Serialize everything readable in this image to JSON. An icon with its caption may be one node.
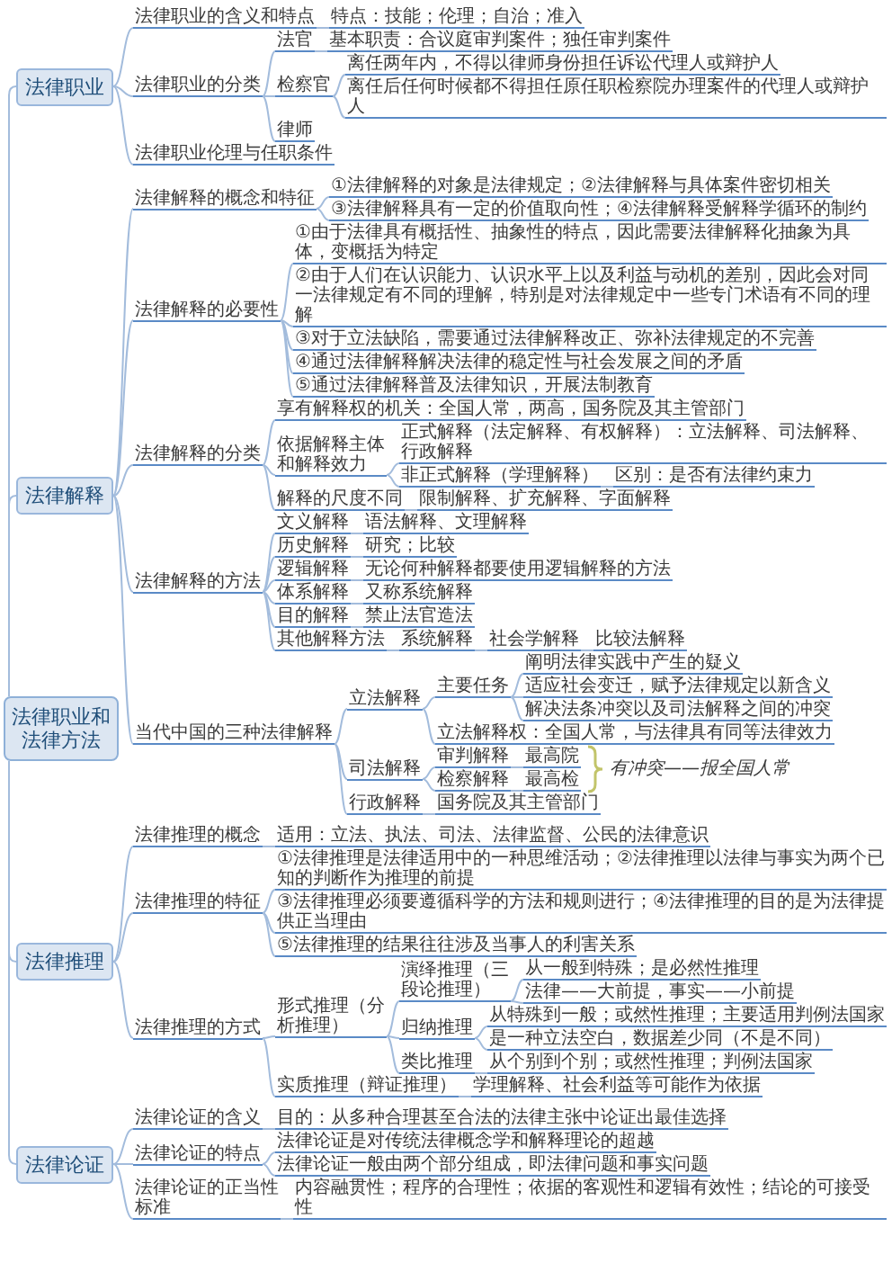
{
  "diagram": {
    "nodes": [
      {
        "text": [
          "法律职业和法律方法"
        ]
      },
      {
        "text": [
          "法律职业"
        ]
      },
      {
        "text": [
          "法律职业的含义和特点"
        ]
      },
      {
        "text": [
          "特点：技能；伦理；自治；准入"
        ]
      },
      {
        "text": [
          "法律职业的分类"
        ]
      },
      {
        "text": [
          "法官"
        ]
      },
      {
        "text": [
          "基本职责：合议庭审判案件；独任审判案件"
        ]
      },
      {
        "text": [
          "检察官"
        ]
      },
      {
        "text": [
          "离任两年内，不得以律师身份担任诉讼代理人或辩护人"
        ]
      },
      {
        "text": [
          "离任后任何时候都不得担任原任职检察院办理案件的代理人或辩护人"
        ]
      },
      {
        "text": [
          "律师"
        ]
      },
      {
        "text": [
          "法律职业伦理与任职条件"
        ]
      },
      {
        "text": [
          "法律解释"
        ]
      },
      {
        "text": [
          "法律解释的概念和特征"
        ]
      },
      {
        "text": [
          "①法律解释的对象是法律规定；②法律解释与具体案件密切相关"
        ]
      },
      {
        "text": [
          "③法律解释具有一定的价值取向性；④法律解释受解释学循环的制约"
        ]
      },
      {
        "text": [
          "法律解释的必要性"
        ]
      },
      {
        "text": [
          "①由于法律具有概括性、抽象性的特点，因此需要法律解释化抽象为具体，变概括为特定"
        ]
      },
      {
        "text": [
          "②由于人们在认识能力、认识水平上以及利益与动机的差别，因此会对同一法律规定有不同的理解，特别是对法律规定中一些专门术语有不同的理解"
        ]
      },
      {
        "text": [
          "③对于立法缺陷，需要通过法律解释改正、弥补法律规定的不完善"
        ]
      },
      {
        "text": [
          "④通过法律解释解决法律的稳定性与社会发展之间的矛盾"
        ]
      },
      {
        "text": [
          "⑤通过法律解释普及法律知识，开展法制教育"
        ]
      },
      {
        "text": [
          "法律解释的分类"
        ]
      },
      {
        "text": [
          "享有解释权的机关：全国人常，两高，国务院及其主管部门"
        ]
      },
      {
        "text": [
          "依据解释主体和解释效力"
        ]
      },
      {
        "text": [
          "正式解释（法定解释、有权解释）：立法解释、司法解释、行政解释"
        ]
      },
      {
        "text": [
          "非正式解释（学理解释）"
        ]
      },
      {
        "text": [
          "区别：是否有法律约束力"
        ]
      },
      {
        "text": [
          "解释的尺度不同"
        ]
      },
      {
        "text": [
          "限制解释、扩充解释、字面解释"
        ]
      },
      {
        "text": [
          "法律解释的方法"
        ]
      },
      {
        "text": [
          "文义解释"
        ]
      },
      {
        "text": [
          "语法解释、文理解释"
        ]
      },
      {
        "text": [
          "历史解释"
        ]
      },
      {
        "text": [
          "研究；比较"
        ]
      },
      {
        "text": [
          "逻辑解释"
        ]
      },
      {
        "text": [
          "无论何种解释都要使用逻辑解释的方法"
        ]
      },
      {
        "text": [
          "体系解释"
        ]
      },
      {
        "text": [
          "又称系统解释"
        ]
      },
      {
        "text": [
          "目的解释"
        ]
      },
      {
        "text": [
          "禁止法官造法"
        ]
      },
      {
        "text": [
          "其他解释方法"
        ]
      },
      {
        "text": [
          "系统解释"
        ]
      },
      {
        "text": [
          "社会学解释"
        ]
      },
      {
        "text": [
          "比较法解释"
        ]
      },
      {
        "text": [
          "当代中国的三种法律解释"
        ]
      },
      {
        "text": [
          "立法解释"
        ]
      },
      {
        "text": [
          "主要任务"
        ]
      },
      {
        "text": [
          "阐明法律实践中产生的疑义"
        ]
      },
      {
        "text": [
          "适应社会变迁，赋予法律规定以新含义"
        ]
      },
      {
        "text": [
          "解决法条冲突以及司法解释之间的冲突"
        ]
      },
      {
        "text": [
          "立法解释权：全国人常，与法律具有同等法律效力"
        ]
      },
      {
        "text": [
          "司法解释"
        ]
      },
      {
        "text": [
          "审判解释"
        ]
      },
      {
        "text": [
          "最高院"
        ]
      },
      {
        "text": [
          "检察解释"
        ]
      },
      {
        "text": [
          "最高检"
        ]
      },
      {
        "text": [
          "行政解释"
        ]
      },
      {
        "text": [
          "国务院及其主管部门"
        ]
      },
      {
        "text": [
          "法律推理"
        ]
      },
      {
        "text": [
          "法律推理的概念"
        ]
      },
      {
        "text": [
          "适用：立法、执法、司法、法律监督、公民的法律意识"
        ]
      },
      {
        "text": [
          "法律推理的特征"
        ]
      },
      {
        "text": [
          "①法律推理是法律适用中的一种思维活动；②法律推理以法律与事实为两个已知的判断作为推理的前提"
        ]
      },
      {
        "text": [
          "③法律推理必须要遵循科学的方法和规则进行；④法律推理的目的是为法律提供正当理由"
        ]
      },
      {
        "text": [
          "⑤法律推理的结果往往涉及当事人的利害关系"
        ]
      },
      {
        "text": [
          "法律推理的方式"
        ]
      },
      {
        "text": [
          "形式推理（分析推理）"
        ]
      },
      {
        "text": [
          "演绎推理（三段论推理）"
        ]
      },
      {
        "text": [
          "从一般到特殊；是必然性推理"
        ]
      },
      {
        "text": [
          "法律——大前提，事实——小前提"
        ]
      },
      {
        "text": [
          "归纳推理"
        ]
      },
      {
        "text": [
          "从特殊到一般；或然性推理；主要适用判例法国家"
        ]
      },
      {
        "text": [
          "是一种立法空白，数据差少同（不是不同）"
        ]
      },
      {
        "text": [
          "类比推理"
        ]
      },
      {
        "text": [
          "从个别到个别；或然性推理；判例法国家"
        ]
      },
      {
        "text": [
          "实质推理（辩证推理）"
        ]
      },
      {
        "text": [
          "学理解释、社会利益等可能作为依据"
        ]
      },
      {
        "text": [
          "法律论证"
        ]
      },
      {
        "text": [
          "法律论证的含义"
        ]
      },
      {
        "text": [
          "目的：从多种合理甚至合法的法律主张中论证出最佳选择"
        ]
      },
      {
        "text": [
          "法律论证的特点"
        ]
      },
      {
        "text": [
          "法律论证是对传统法律概念学和解释理论的超越"
        ]
      },
      {
        "text": [
          "法律论证一般由两个部分组成，即法律问题和事实问题"
        ]
      },
      {
        "text": [
          "法律论证的正当性标准"
        ]
      },
      {
        "text": [
          "内容融贯性；程序的合理性；依据的客观性和逻辑有效性；结论的可接受性"
        ]
      }
    ],
    "edges": [
      {
        "from": 0,
        "to": 1,
        "arrow": "none"
      },
      {
        "from": 1,
        "to": 2,
        "arrow": "none"
      },
      {
        "from": 2,
        "to": 3,
        "arrow": "none"
      },
      {
        "from": 1,
        "to": 4,
        "arrow": "none"
      },
      {
        "from": 4,
        "to": 5,
        "arrow": "none"
      },
      {
        "from": 5,
        "to": 6,
        "arrow": "none"
      },
      {
        "from": 4,
        "to": 7,
        "arrow": "none"
      },
      {
        "from": 7,
        "to": 8,
        "arrow": "none"
      },
      {
        "from": 7,
        "to": 9,
        "arrow": "none"
      },
      {
        "from": 4,
        "to": 10,
        "arrow": "none"
      },
      {
        "from": 1,
        "to": 11,
        "arrow": "none"
      },
      {
        "from": 0,
        "to": 12,
        "arrow": "none"
      },
      {
        "from": 12,
        "to": 13,
        "arrow": "none"
      },
      {
        "from": 13,
        "to": 14,
        "arrow": "none"
      },
      {
        "from": 13,
        "to": 15,
        "arrow": "none"
      },
      {
        "from": 12,
        "to": 16,
        "arrow": "none"
      },
      {
        "from": 16,
        "to": 17,
        "arrow": "none"
      },
      {
        "from": 16,
        "to": 18,
        "arrow": "none"
      },
      {
        "from": 16,
        "to": 19,
        "arrow": "none"
      },
      {
        "from": 16,
        "to": 20,
        "arrow": "none"
      },
      {
        "from": 16,
        "to": 21,
        "arrow": "none"
      },
      {
        "from": 12,
        "to": 22,
        "arrow": "none"
      },
      {
        "from": 22,
        "to": 23,
        "arrow": "none"
      },
      {
        "from": 22,
        "to": 24,
        "arrow": "none"
      },
      {
        "from": 24,
        "to": 25,
        "arrow": "none"
      },
      {
        "from": 24,
        "to": 26,
        "arrow": "none"
      },
      {
        "from": 26,
        "to": 27,
        "arrow": "none"
      },
      {
        "from": 22,
        "to": 28,
        "arrow": "none"
      },
      {
        "from": 28,
        "to": 29,
        "arrow": "none"
      },
      {
        "from": 12,
        "to": 30,
        "arrow": "none"
      },
      {
        "from": 30,
        "to": 31,
        "arrow": "none"
      },
      {
        "from": 31,
        "to": 32,
        "arrow": "none"
      },
      {
        "from": 30,
        "to": 33,
        "arrow": "none"
      },
      {
        "from": 33,
        "to": 34,
        "arrow": "none"
      },
      {
        "from": 30,
        "to": 35,
        "arrow": "none"
      },
      {
        "from": 35,
        "to": 36,
        "arrow": "none"
      },
      {
        "from": 30,
        "to": 37,
        "arrow": "none"
      },
      {
        "from": 37,
        "to": 38,
        "arrow": "none"
      },
      {
        "from": 30,
        "to": 39,
        "arrow": "none"
      },
      {
        "from": 39,
        "to": 40,
        "arrow": "none"
      },
      {
        "from": 30,
        "to": 41,
        "arrow": "none"
      },
      {
        "from": 41,
        "to": 42,
        "arrow": "none"
      },
      {
        "from": 42,
        "to": 43,
        "arrow": "none"
      },
      {
        "from": 43,
        "to": 44,
        "arrow": "none"
      },
      {
        "from": 12,
        "to": 45,
        "arrow": "none"
      },
      {
        "from": 45,
        "to": 46,
        "arrow": "none"
      },
      {
        "from": 46,
        "to": 47,
        "arrow": "none"
      },
      {
        "from": 47,
        "to": 48,
        "arrow": "none"
      },
      {
        "from": 47,
        "to": 49,
        "arrow": "none"
      },
      {
        "from": 47,
        "to": 50,
        "arrow": "none"
      },
      {
        "from": 46,
        "to": 51,
        "arrow": "none"
      },
      {
        "from": 45,
        "to": 52,
        "arrow": "none"
      },
      {
        "from": 52,
        "to": 53,
        "arrow": "none"
      },
      {
        "from": 53,
        "to": 54,
        "arrow": "none"
      },
      {
        "from": 52,
        "to": 55,
        "arrow": "none"
      },
      {
        "from": 55,
        "to": 56,
        "arrow": "none"
      },
      {
        "from": 45,
        "to": 57,
        "arrow": "none"
      },
      {
        "from": 57,
        "to": 58,
        "arrow": "none"
      },
      {
        "from": 0,
        "to": 59,
        "arrow": "none"
      },
      {
        "from": 59,
        "to": 60,
        "arrow": "none"
      },
      {
        "from": 60,
        "to": 61,
        "arrow": "none"
      },
      {
        "from": 59,
        "to": 62,
        "arrow": "none"
      },
      {
        "from": 62,
        "to": 63,
        "arrow": "none"
      },
      {
        "from": 62,
        "to": 64,
        "arrow": "none"
      },
      {
        "from": 62,
        "to": 65,
        "arrow": "none"
      },
      {
        "from": 59,
        "to": 66,
        "arrow": "none"
      },
      {
        "from": 66,
        "to": 67,
        "arrow": "none"
      },
      {
        "from": 67,
        "to": 68,
        "arrow": "none"
      },
      {
        "from": 68,
        "to": 69,
        "arrow": "none"
      },
      {
        "from": 68,
        "to": 70,
        "arrow": "none"
      },
      {
        "from": 67,
        "to": 71,
        "arrow": "none"
      },
      {
        "from": 71,
        "to": 72,
        "arrow": "none"
      },
      {
        "from": 71,
        "to": 73,
        "arrow": "none"
      },
      {
        "from": 67,
        "to": 74,
        "arrow": "none"
      },
      {
        "from": 74,
        "to": 75,
        "arrow": "none"
      },
      {
        "from": 66,
        "to": 76,
        "arrow": "none"
      },
      {
        "from": 76,
        "to": 77,
        "arrow": "none"
      },
      {
        "from": 0,
        "to": 78,
        "arrow": "none"
      },
      {
        "from": 78,
        "to": 79,
        "arrow": "none"
      },
      {
        "from": 79,
        "to": 80,
        "arrow": "none"
      },
      {
        "from": 78,
        "to": 81,
        "arrow": "none"
      },
      {
        "from": 81,
        "to": 82,
        "arrow": "none"
      },
      {
        "from": 81,
        "to": 83,
        "arrow": "none"
      },
      {
        "from": 78,
        "to": 84,
        "arrow": "none"
      },
      {
        "from": 84,
        "to": 85,
        "arrow": "none"
      }
    ],
    "labels": [
      "有冲突——报全国人常"
    ]
  }
}
